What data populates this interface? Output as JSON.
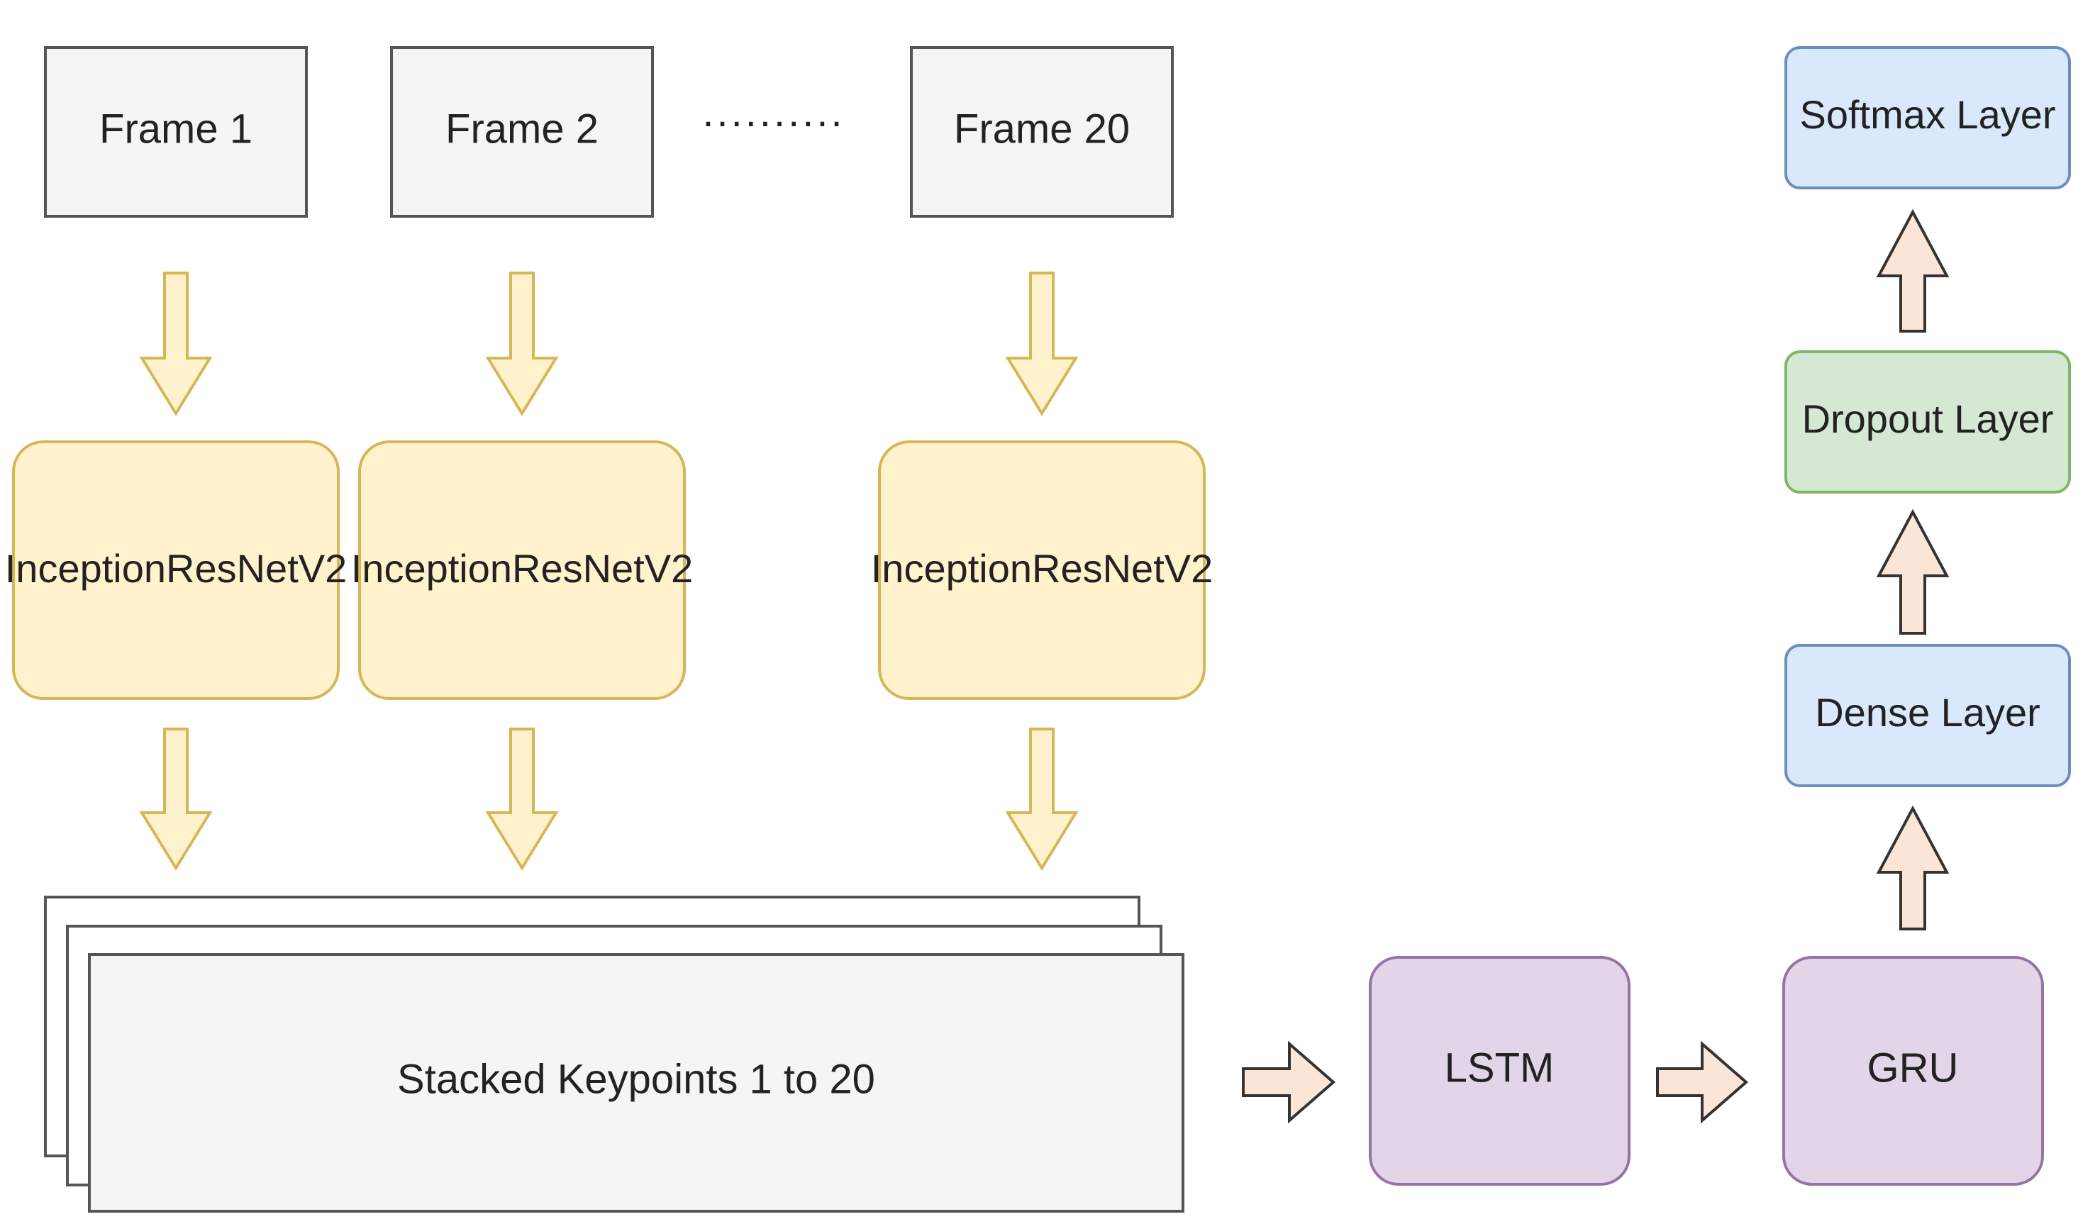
{
  "frames": [
    "Frame 1",
    "Frame 2",
    "Frame 20"
  ],
  "ellipsis": "..........",
  "cnn_blocks": [
    "InceptionResNetV2",
    "InceptionResNetV2",
    "InceptionResNetV2"
  ],
  "stack_label": "Stacked Keypoints 1 to 20",
  "lstm": "LSTM",
  "gru": "GRU",
  "dense": "Dense Layer",
  "dropout": "Dropout Layer",
  "softmax": "Softmax Layer",
  "colors": {
    "frame_fill": "#f5f5f5",
    "frame_stroke": "#555555",
    "cnn_fill": "#fff2cc",
    "cnn_stroke": "#d6b656",
    "yellow_arrow_fill": "#fff2cc",
    "yellow_arrow_stroke": "#d6b656",
    "purple_fill": "#e1d5e7",
    "purple_stroke": "#9673a6",
    "blue_fill": "#dae8fc",
    "blue_stroke": "#6c8ebf",
    "green_fill": "#d5e8d4",
    "green_stroke": "#82b366",
    "orange_arrow_fill": "#fbe5d6",
    "orange_arrow_stroke": "#333333"
  }
}
